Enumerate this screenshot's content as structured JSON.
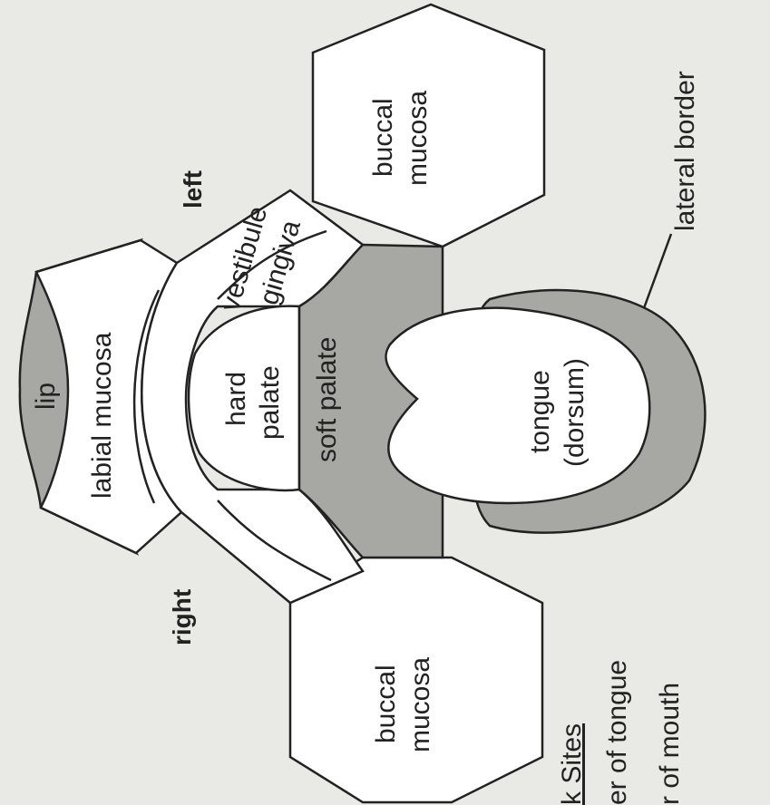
{
  "labels": {
    "lip": "lip",
    "labial_mucosa": "labial mucosa",
    "vestibule": "vestibule",
    "gingiva": "gingiva",
    "hard_palate_1": "hard",
    "hard_palate_2": "palate",
    "soft_palate": "soft palate",
    "tongue_1": "tongue",
    "tongue_2": "(dorsum)",
    "lateral_border": "lateral border",
    "buccal_left_1": "buccal",
    "buccal_left_2": "mucosa",
    "buccal_right_1": "buccal",
    "buccal_right_2": "mucosa",
    "left": "left",
    "right": "right",
    "legend_title": "k Sites",
    "legend_item_1": "er of tongue",
    "legend_item_2": "r of mouth"
  },
  "colors": {
    "background": "#e9e9e5",
    "shaded": "#a7a7a4",
    "outline": "#222222"
  }
}
